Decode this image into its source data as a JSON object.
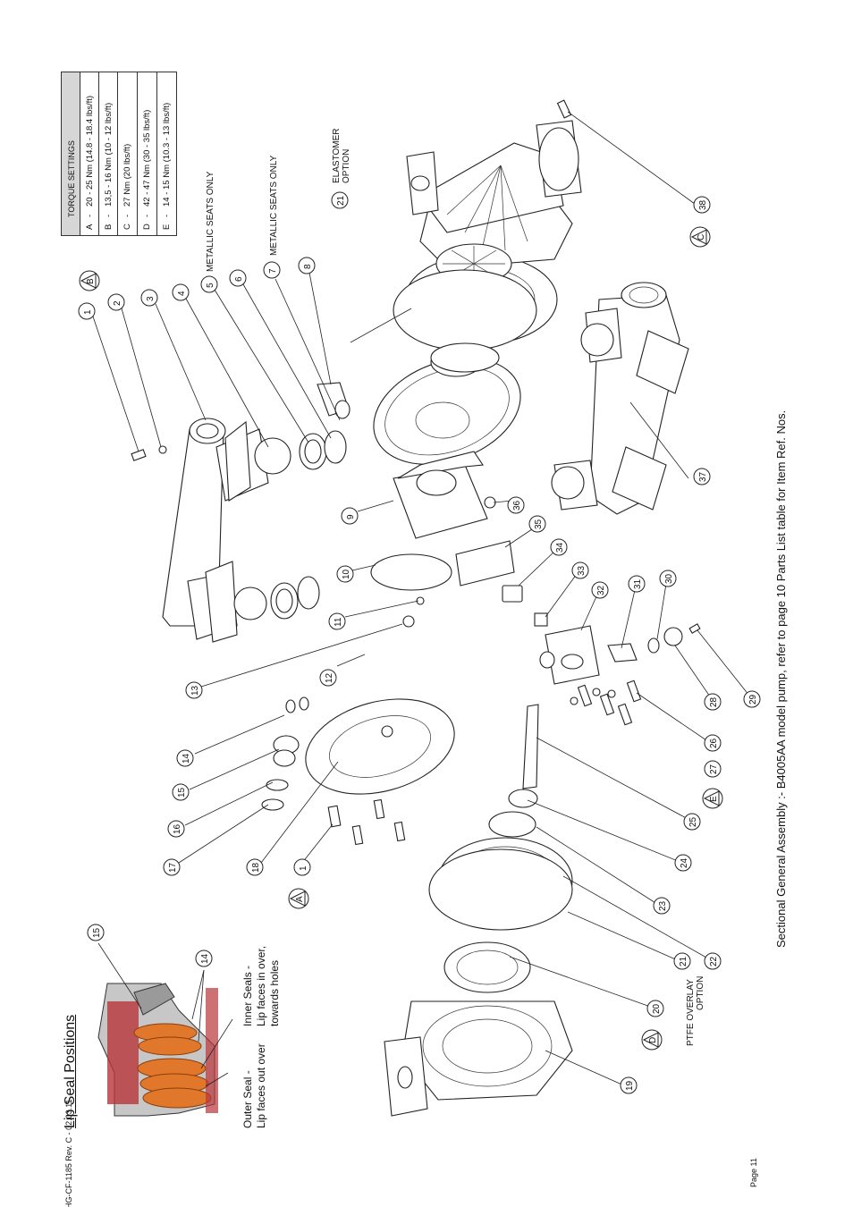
{
  "title": "Sectional General Assembly :- B4005AA model pump, refer to page 10 Parts List table for Item Ref. Nos.",
  "footer": {
    "doc_ref": "HG-CF-1185 Rev. C - 02.03.11",
    "page": "Page 11"
  },
  "torque": {
    "heading": "TORQUE SETTINGS",
    "rows": [
      {
        "key": "A",
        "dash": "-",
        "value": "20 - 25 Nm (14.8 - 18.4 lbs/ft)"
      },
      {
        "key": "B",
        "dash": "-",
        "value": "13,5 - 16 Nm (10 - 12 lbs/ft)"
      },
      {
        "key": "C",
        "dash": "-",
        "value": "27 Nm (20 lbs/ft)"
      },
      {
        "key": "D",
        "dash": "-",
        "value": "42 - 47 Nm (30 - 35 lbs/ft)"
      },
      {
        "key": "E",
        "dash": "-",
        "value": "14 - 15 Nm (10.3 - 13 lbs/ft)"
      }
    ]
  },
  "lip_seal": {
    "heading": "Lip Seal Positions",
    "outer_line1": "Outer Seal -",
    "outer_line2": "Lip faces out over",
    "inner_line1": "Inner Seals -",
    "inner_line2": "Lip faces in over,",
    "inner_line3": "towards holes",
    "callout_a": "15",
    "callout_b": "14"
  },
  "notes": {
    "metallic_5": "METALLIC SEATS ONLY",
    "metallic_7": "METALLIC SEATS ONLY",
    "elastomer_1": "ELASTOMER",
    "elastomer_2": "OPTION",
    "ptfe_1": "PTFE OVERLAY",
    "ptfe_2": "OPTION"
  },
  "callouts": [
    "1",
    "2",
    "3",
    "4",
    "5",
    "6",
    "7",
    "8",
    "9",
    "10",
    "11",
    "12",
    "13",
    "14",
    "15",
    "16",
    "17",
    "18",
    "1",
    "19",
    "20",
    "21",
    "22",
    "23",
    "24",
    "25",
    "26",
    "27",
    "28",
    "29",
    "30",
    "31",
    "32",
    "33",
    "34",
    "35",
    "36",
    "37",
    "38",
    "21"
  ],
  "torque_flags": [
    "B",
    "A",
    "D",
    "E",
    "C"
  ],
  "colors": {
    "seal": "#e0772a",
    "body": "#b8b8b8",
    "accent": "#b8343a"
  }
}
